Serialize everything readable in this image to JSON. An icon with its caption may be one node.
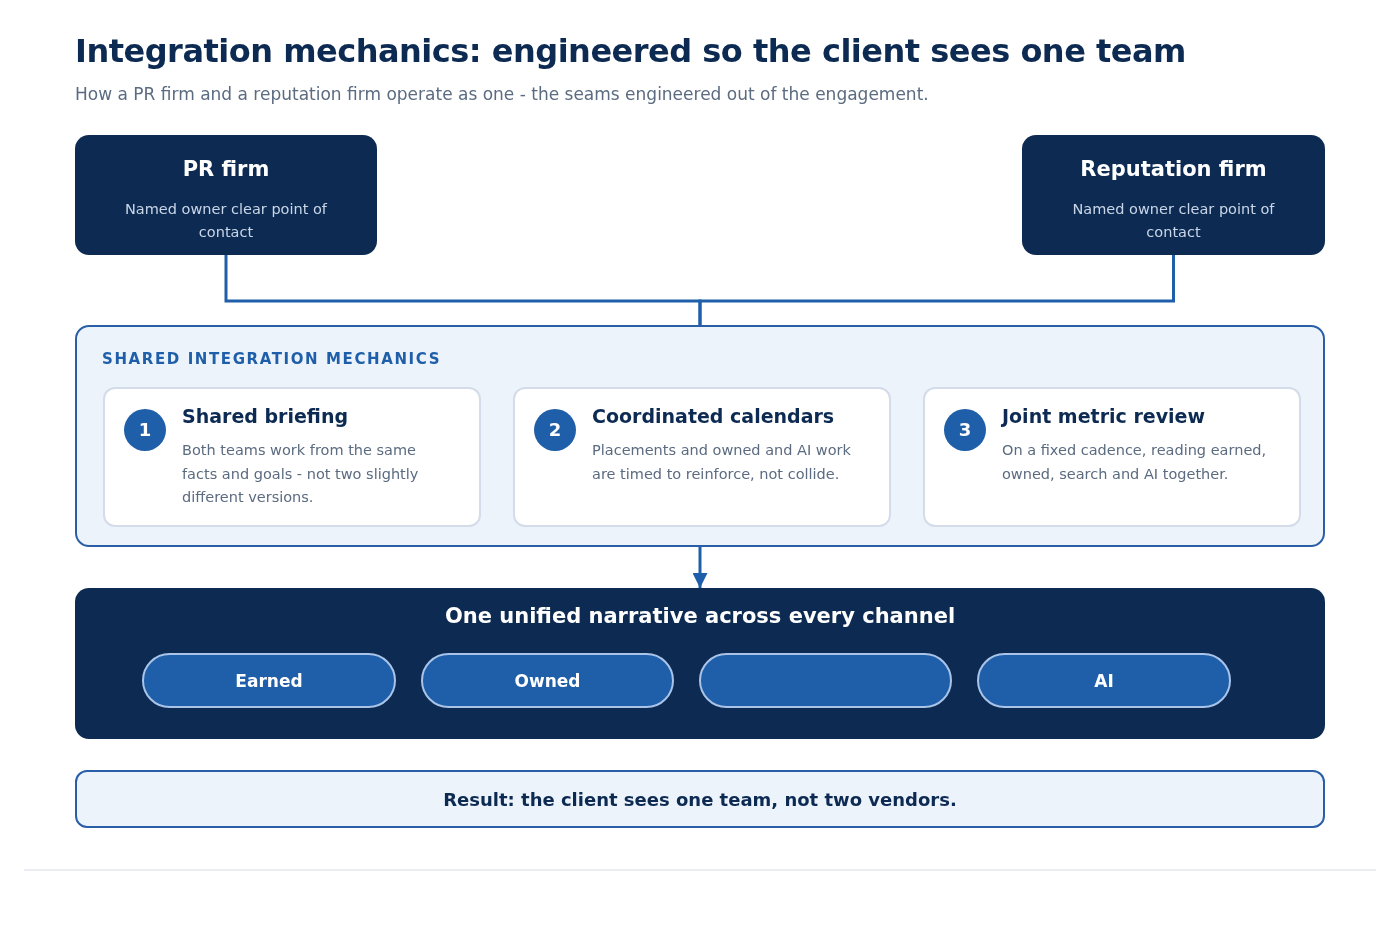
{
  "diagram": {
    "title": "Integration mechanics: engineered so the client sees one team",
    "caption": "How a PR firm and a reputation firm operate as one - the seams engineered out of the engagement.",
    "nodes": [
      {
        "text": [
          "PR firm",
          "Named owner clear point of contact"
        ]
      },
      {
        "text": [
          "Reputation firm",
          "Named owner clear point of contact"
        ]
      },
      {
        "text": [
          "SHARED INTEGRATION MECHANICS"
        ]
      },
      {
        "text": [
          "1",
          "Shared briefing",
          "Both teams work from the same facts and goals - not two slightly different versions."
        ],
        "in": 2
      },
      {
        "text": [
          "2",
          "Coordinated calendars",
          "Placements and owned and AI work are timed to reinforce, not collide."
        ],
        "in": 2
      },
      {
        "text": [
          "3",
          "Joint metric review",
          "On a fixed cadence, reading earned, owned, search and AI together."
        ],
        "in": 2
      },
      {
        "text": [
          "One unified narrative across every channel"
        ]
      },
      {
        "text": [
          "Earned"
        ],
        "in": 6
      },
      {
        "text": [
          "Owned"
        ],
        "in": 6
      },
      {
        "text": [],
        "shape": "box",
        "in": 6
      },
      {
        "text": [
          "AI"
        ],
        "in": 6
      },
      {
        "text": [
          "Result: the client sees one team, not two vendors."
        ]
      }
    ],
    "edges": [
      {
        "from": 0,
        "to": 2,
        "arrow": "none"
      },
      {
        "from": 1,
        "to": 2,
        "arrow": "none"
      },
      {
        "from": 2,
        "to": 6,
        "arrow": "to"
      }
    ]
  }
}
